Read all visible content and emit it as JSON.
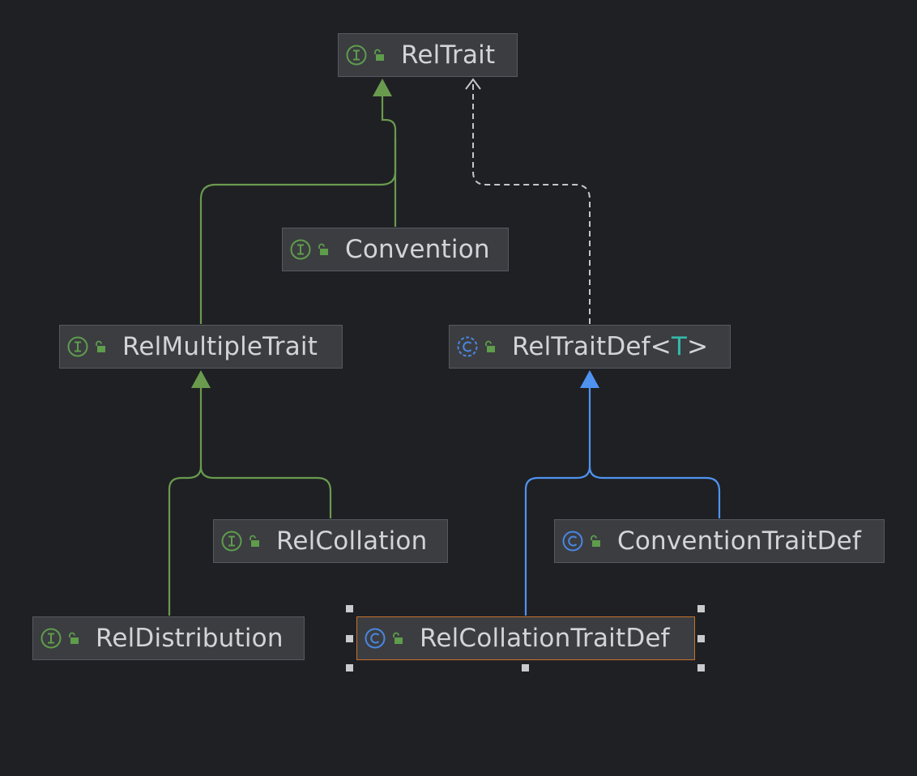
{
  "diagram": {
    "nodes": [
      {
        "id": "reltrait",
        "kind": "interface",
        "label": "RelTrait"
      },
      {
        "id": "convention",
        "kind": "interface",
        "label": "Convention"
      },
      {
        "id": "relmultipletrait",
        "kind": "interface",
        "label": "RelMultipleTrait"
      },
      {
        "id": "reltraitdef",
        "kind": "abstract-class",
        "label": "RelTraitDef<",
        "generic": "T",
        "label_suffix": ">"
      },
      {
        "id": "relcollation",
        "kind": "interface",
        "label": "RelCollation"
      },
      {
        "id": "conventiontraitdef",
        "kind": "class",
        "label": "ConventionTraitDef"
      },
      {
        "id": "reldistribution",
        "kind": "interface",
        "label": "RelDistribution"
      },
      {
        "id": "relcollationtraitdef",
        "kind": "class",
        "label": "RelCollationTraitDef",
        "selected": true
      }
    ],
    "edges": [
      {
        "from": "convention",
        "to": "reltrait",
        "type": "extends"
      },
      {
        "from": "relmultipletrait",
        "to": "reltrait",
        "type": "extends"
      },
      {
        "from": "reltraitdef",
        "to": "reltrait",
        "type": "dependency"
      },
      {
        "from": "relcollation",
        "to": "relmultipletrait",
        "type": "extends"
      },
      {
        "from": "reldistribution",
        "to": "relmultipletrait",
        "type": "extends"
      },
      {
        "from": "conventiontraitdef",
        "to": "reltraitdef",
        "type": "inherits"
      },
      {
        "from": "relcollationtraitdef",
        "to": "reltraitdef",
        "type": "inherits"
      }
    ],
    "colors": {
      "background": "#1f2024",
      "node_fill": "#3b3d41",
      "node_border": "#56595f",
      "selected_border": "#c6722c",
      "interface_edge": "#6a9a4e",
      "class_edge": "#4f93f0",
      "dependency_edge": "#c4c6ca",
      "interface_icon": "#5f9c4c",
      "class_icon": "#4a86e0",
      "lock_icon": "#5f9c4c",
      "generic_param": "#35b8a8",
      "label_text": "#d2d4d8"
    },
    "icons": {
      "interface": "interface-icon",
      "class": "class-icon",
      "abstract-class": "abstract-class-icon",
      "access": "public-access-icon"
    }
  }
}
